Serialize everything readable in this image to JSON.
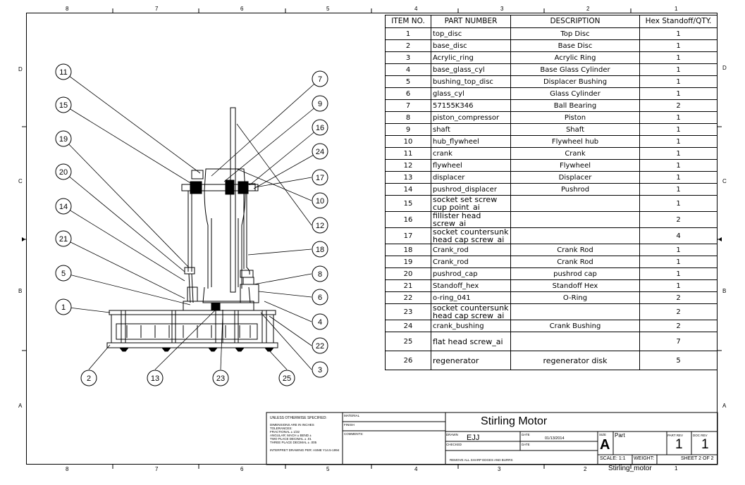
{
  "zones": {
    "top": [
      "8",
      "7",
      "6",
      "5",
      "4",
      "3",
      "2",
      "1"
    ],
    "bottom": [
      "8",
      "7",
      "6",
      "5",
      "4",
      "3",
      "2",
      "1"
    ],
    "left": [
      "D",
      "C",
      "B",
      "A"
    ],
    "right": [
      "D",
      "C",
      "B",
      "A"
    ]
  },
  "bom": {
    "headers": [
      "ITEM NO.",
      "PART NUMBER",
      "DESCRIPTION",
      "Hex Standoff/QTY."
    ],
    "rows": [
      {
        "item": "1",
        "part": "top_disc",
        "desc": "Top Disc",
        "qty": "1"
      },
      {
        "item": "2",
        "part": "base_disc",
        "desc": "Base Disc",
        "qty": "1"
      },
      {
        "item": "3",
        "part": "Acrylic_ring",
        "desc": "Acrylic Ring",
        "qty": "1"
      },
      {
        "item": "4",
        "part": "base_glass_cyl",
        "desc": "Base Glass Cylinder",
        "qty": "1"
      },
      {
        "item": "5",
        "part": "bushing_top_disc",
        "desc": "Displacer Bushing",
        "qty": "1"
      },
      {
        "item": "6",
        "part": "glass_cyl",
        "desc": "Glass Cylinder",
        "qty": "1"
      },
      {
        "item": "7",
        "part": "57155K346",
        "desc": "Ball Bearing",
        "qty": "2"
      },
      {
        "item": "8",
        "part": "piston_compressor",
        "desc": "Piston",
        "qty": "1"
      },
      {
        "item": "9",
        "part": "shaft",
        "desc": "Shaft",
        "qty": "1"
      },
      {
        "item": "10",
        "part": "hub_flywheel",
        "desc": "Flywheel hub",
        "qty": "1"
      },
      {
        "item": "11",
        "part": "crank",
        "desc": "Crank",
        "qty": "1"
      },
      {
        "item": "12",
        "part": "flywheel",
        "desc": "Flywheel",
        "qty": "1"
      },
      {
        "item": "13",
        "part": "displacer",
        "desc": "Displacer",
        "qty": "1"
      },
      {
        "item": "14",
        "part": "pushrod_displacer",
        "desc": "Pushrod",
        "qty": "1"
      },
      {
        "item": "15",
        "part": "socket set screw cup point_ai",
        "desc": "",
        "qty": "1"
      },
      {
        "item": "16",
        "part": "fillister head screw_ai",
        "desc": "",
        "qty": "2"
      },
      {
        "item": "17",
        "part": "socket countersunk head cap screw_ai",
        "desc": "",
        "qty": "4"
      },
      {
        "item": "18",
        "part": "Crank_rod",
        "desc": "Crank Rod",
        "qty": "1"
      },
      {
        "item": "19",
        "part": "Crank_rod",
        "desc": "Crank Rod",
        "qty": "1"
      },
      {
        "item": "20",
        "part": "pushrod_cap",
        "desc": "pushrod cap",
        "qty": "1"
      },
      {
        "item": "21",
        "part": "Standoff_hex",
        "desc": "Standoff Hex",
        "qty": "1"
      },
      {
        "item": "22",
        "part": "o-ring_041",
        "desc": "O-Ring",
        "qty": "2"
      },
      {
        "item": "23",
        "part": "socket countersunk head cap screw_ai",
        "desc": "",
        "qty": "2"
      },
      {
        "item": "24",
        "part": "crank_bushing",
        "desc": "Crank Bushing",
        "qty": "2"
      },
      {
        "item": "25",
        "part": "flat head screw_ai",
        "desc": "",
        "qty": "7"
      },
      {
        "item": "26",
        "part": "regenerator",
        "desc": "regenerator disk",
        "qty": "5"
      }
    ]
  },
  "balloons": {
    "b1": "1",
    "b2": "2",
    "b3": "3",
    "b4": "4",
    "b5": "5",
    "b6": "6",
    "b7": "7",
    "b8": "8",
    "b9": "9",
    "b10": "10",
    "b11": "11",
    "b12": "12",
    "b13": "13",
    "b14": "14",
    "b15": "15",
    "b16": "16",
    "b17": "17",
    "b18": "18",
    "b19": "19",
    "b20": "20",
    "b21": "21",
    "b22": "22",
    "b23": "23",
    "b24": "24",
    "b25": "25"
  },
  "title_block": {
    "unless": "UNLESS OTHERWISE SPECIFIED:",
    "dims": "DIMENSIONS ARE IN INCHES",
    "tolerances": "TOLERANCES:",
    "fractional": "FRACTIONAL ± 1/32",
    "angular": "ANGULAR: MACH ± BEND ±",
    "two_place": "TWO PLACE DECIMAL   ± .01",
    "three_place": "THREE PLACE DECIMAL  ± .005",
    "interpret": "INTERPRET DRAWING PER: ASME Y14.5-1994",
    "material_label": "MATERIAL",
    "finish_label": "FINISH",
    "comments_label": "COMMENTS:",
    "title": "Stirling Motor",
    "drawn_label": "DRAWN",
    "drawn_by": "EJJ",
    "date_label": "DATE",
    "date": "01/13/2014",
    "checked_label": "CHECKED",
    "checked_date_label": "DATE",
    "remove_edges": "REMOVE ALL SHARP EDGES AND BURRS",
    "size_label": "SIZE",
    "size": "A",
    "part_label": "Part",
    "part_rev_label": "PART REV",
    "part_rev": "1",
    "doc_rev_label": "DOC REV",
    "doc_rev": "1",
    "scale": "SCALE: 1:1",
    "weight": "WEIGHT:",
    "sheet": "SHEET 2 OF 2",
    "file_name": "Stirling_motor",
    "file_rev": "1"
  }
}
